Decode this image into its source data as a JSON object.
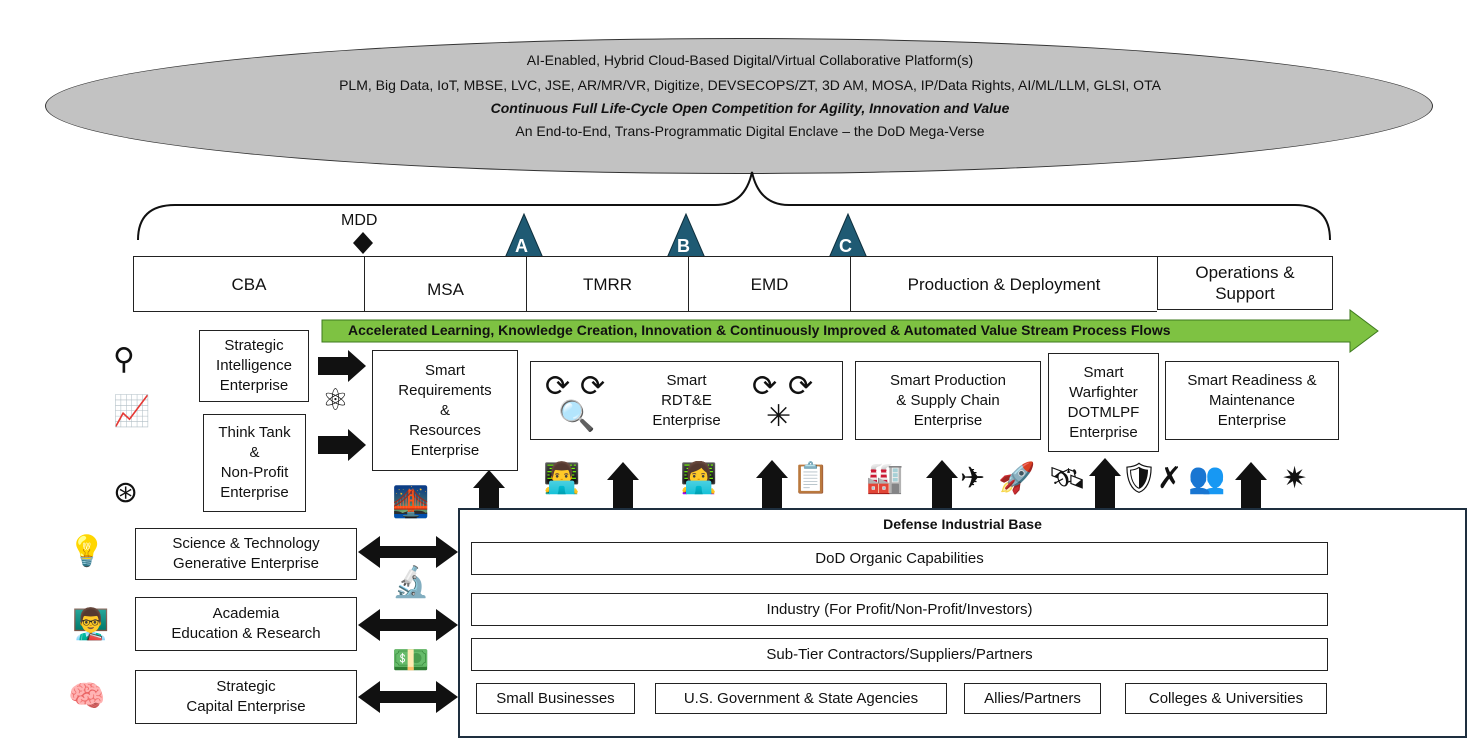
{
  "platform": {
    "line1": "AI-Enabled, Hybrid Cloud-Based Digital/Virtual Collaborative Platform(s)",
    "line2": "PLM, Big Data, IoT, MBSE, LVC, JSE, AR/MR/VR, Digitize, DEVSECOPS/ZT, 3D AM, MOSA, IP/Data Rights, AI/ML/LLM, GLSI, OTA",
    "line3": "Continuous Full Life-Cycle Open Competition for Agility, Innovation and Value",
    "line4": "An End-to-End, Trans-Programmatic Digital Enclave – the DoD Mega-Verse"
  },
  "milestones": {
    "mdd": "MDD",
    "a": "A",
    "b": "B",
    "c": "C"
  },
  "phases": [
    "CBA",
    "MSA",
    "TMRR",
    "EMD",
    "Production & Deployment",
    "Operations &\nSupport"
  ],
  "green_bar": "Accelerated Learning, Knowledge Creation, Innovation & Continuously Improved & Automated Value Stream Process Flows",
  "left_enterprises": {
    "strategic_intel": "Strategic\nIntelligence\nEnterprise",
    "think_tank": "Think Tank\n&\nNon-Profit\nEnterprise",
    "sci_tech": "Science & Technology\nGenerative Enterprise",
    "academia": "Academia\nEducation & Research",
    "capital": "Strategic\nCapital Enterprise"
  },
  "smart": {
    "requirements": "Smart\nRequirements\n&\nResources\nEnterprise",
    "rdte": "Smart\nRDT&E\nEnterprise",
    "production": "Smart Production\n& Supply Chain\nEnterprise",
    "warfighter": "Smart\nWarfighter\nDOTMLPF\nEnterprise",
    "readiness": "Smart Readiness &\nMaintenance\nEnterprise"
  },
  "dib": {
    "title": "Defense Industrial Base",
    "organic": "DoD Organic Capabilities",
    "industry": "Industry (For Profit/Non-Profit/Investors)",
    "subtier": "Sub-Tier Contractors/Suppliers/Partners",
    "small": "Small Businesses",
    "gov": "U.S. Government & State Agencies",
    "allies": "Allies/Partners",
    "colleges": "Colleges & Universities"
  },
  "colors": {
    "ellipse": "#c2c2c2",
    "milestone": "#1f5a73",
    "green": "#7ec242"
  },
  "icons": [
    "binoculars-icon",
    "line-chart-icon",
    "venn-icon",
    "lightbulb-icon",
    "teacher-icon",
    "brain-icon",
    "head-atom-icon",
    "bridge-icon",
    "microscope-icon",
    "money-icon",
    "coder-icon",
    "checklist-icon",
    "factory-icon",
    "airplane-icon",
    "rocket-icon",
    "satellite-icon",
    "shield-icon",
    "tools-icon",
    "team-icon",
    "spark-icon"
  ]
}
